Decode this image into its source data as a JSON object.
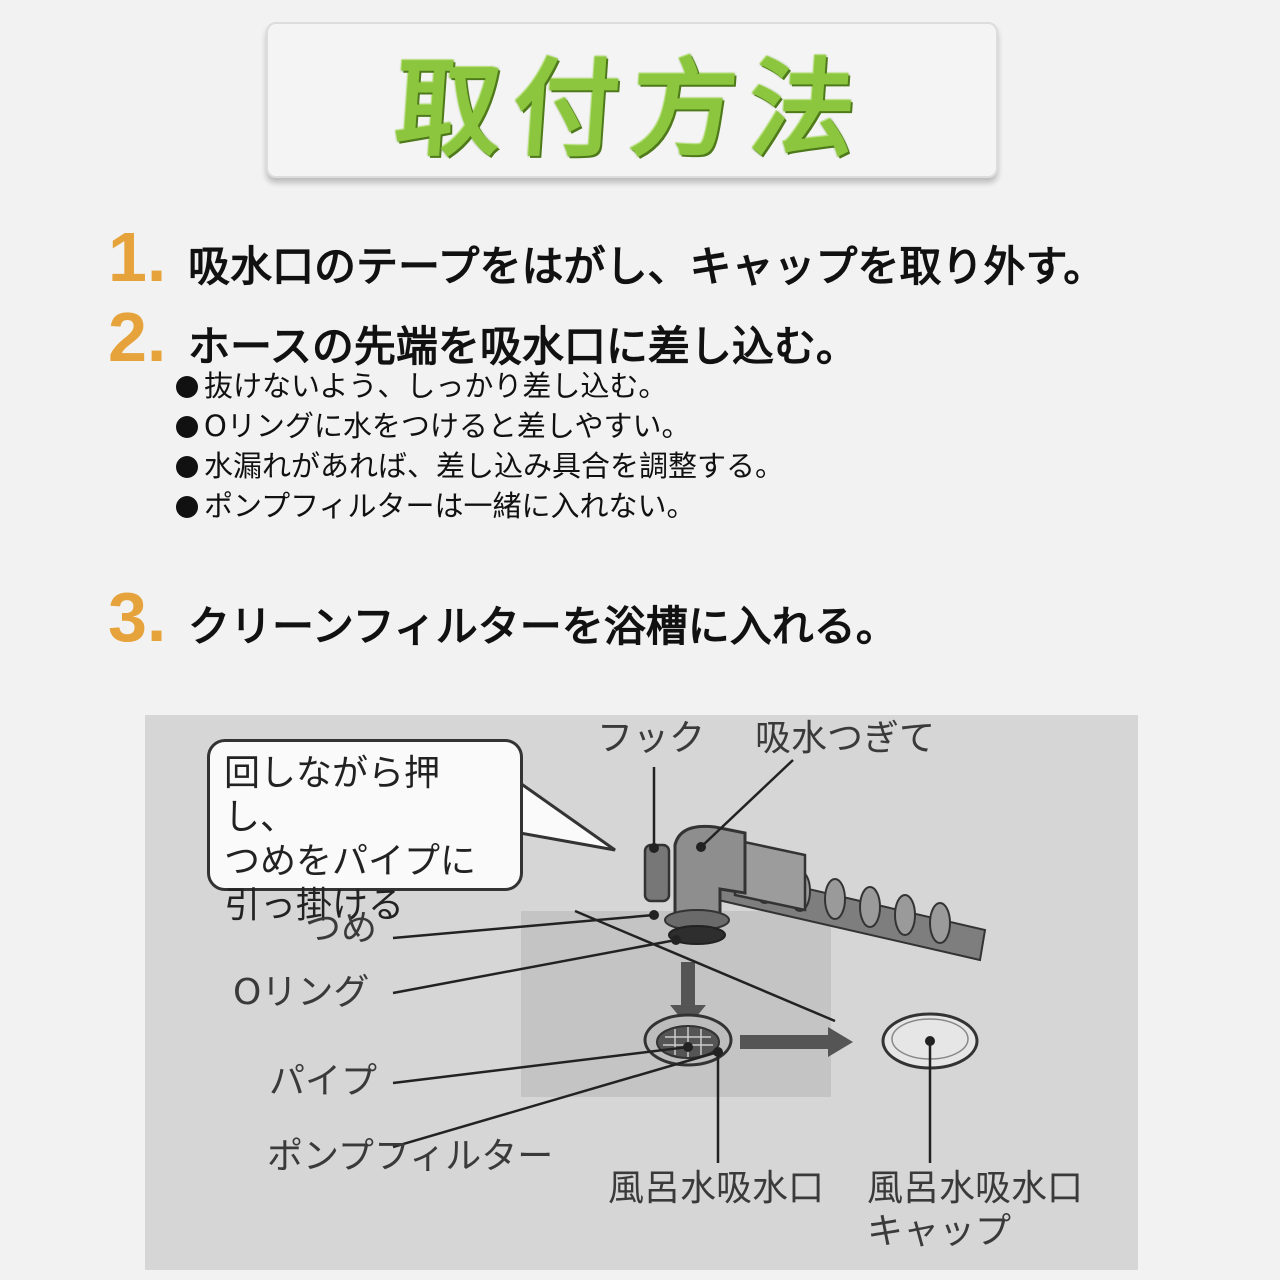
{
  "title": "取付方法",
  "steps": [
    {
      "num": "1.",
      "text": "吸水口のテープをはがし、キャップを取り外す。"
    },
    {
      "num": "2.",
      "text": "ホースの先端を吸水口に差し込む。"
    },
    {
      "num": "3.",
      "text": "クリーンフィルターを浴槽に入れる。"
    }
  ],
  "step2_notes": [
    "抜けないよう、しっかり差し込む。",
    "Oリングに水をつけると差しやすい。",
    "水漏れがあれば、差し込み具合を調整する。",
    "ポンプフィルターは一緒に入れない。"
  ],
  "diagram": {
    "callout_lines": [
      "回しながら押し、",
      "つめをパイプに",
      "引っ掛ける"
    ],
    "labels": {
      "hook": "フック",
      "connector": "吸水つぎて",
      "claw": "つめ",
      "oring": "Oリング",
      "pipe": "パイプ",
      "pump_filter": "ポンプフィルター",
      "inlet": "風呂水吸水口",
      "cap_line1": "風呂水吸水口",
      "cap_line2": "キャップ"
    }
  },
  "colors": {
    "title_green": "#8cc63f",
    "step_number_orange": "#e6a33c",
    "diagram_bg": "#d6d6d6"
  }
}
